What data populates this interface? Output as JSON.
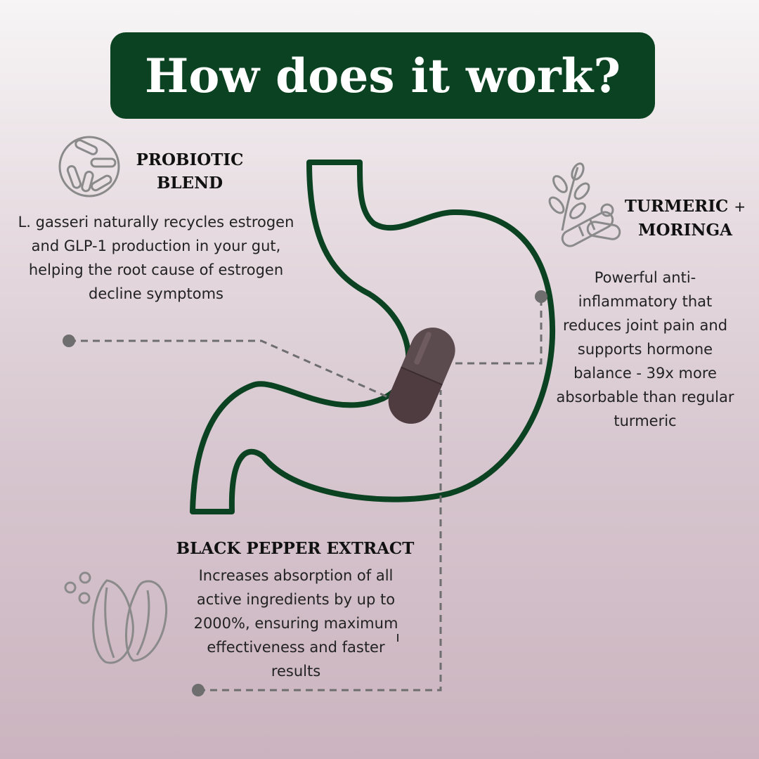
{
  "title": "How does it work?",
  "probiotic": {
    "heading_line1": "PROBIOTIC",
    "heading_line2": "BLEND",
    "body": "L. gasseri naturally recycles estrogen and GLP-1 production in your gut, helping the root cause of estrogen decline symptoms",
    "icon": "bacteria-icon"
  },
  "turmeric": {
    "heading_line1": "TURMERIC",
    "plus": "+",
    "heading_line2": "MORINGA",
    "body": "Powerful anti-inflammatory that reduces joint pain and supports hormone balance - 39x more absorbable than regular turmeric",
    "icon": "herb-root-icon"
  },
  "pepper": {
    "heading": "BLACK PEPPER EXTRACT",
    "body": "Increases absorption of all active ingredients by up to 2000%, ensuring maximum effectiveness and faster results",
    "icon": "pepper-seed-icon"
  },
  "colors": {
    "banner": "#0b4221",
    "stomach_outline": "#0b4221",
    "connector": "#6e6e6e",
    "capsule": "#5b4a4e"
  }
}
